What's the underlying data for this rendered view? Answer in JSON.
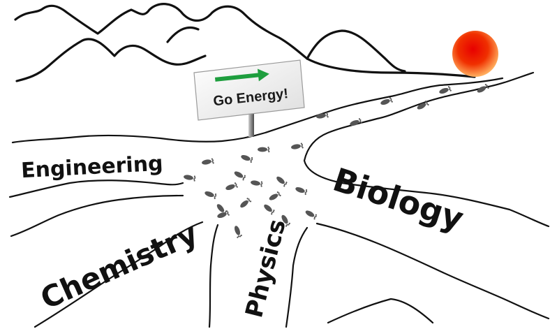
{
  "sign": {
    "text": "Go Energy!",
    "arrow_color": "#1e9e3e"
  },
  "sun": {
    "color_center": "#ff2a00",
    "color_edge": "#ffb060"
  },
  "paths": {
    "engineering": "Engineering",
    "chemistry": "Chemistry",
    "physics": "Physics",
    "biology": "Biology"
  },
  "colors": {
    "ink": "#111111",
    "footprint": "#555555"
  }
}
